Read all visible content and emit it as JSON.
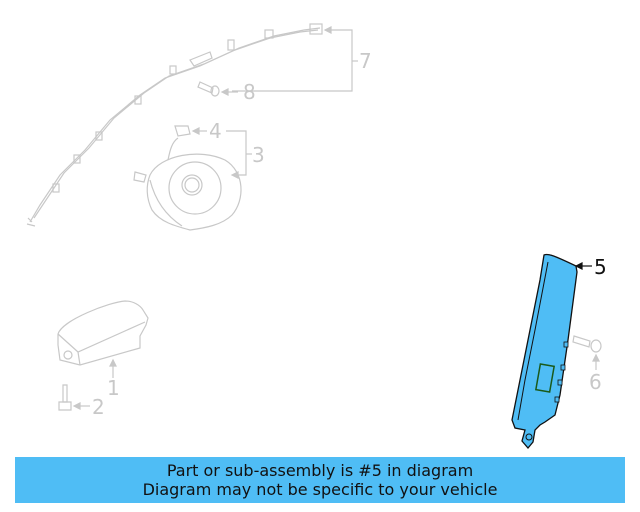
{
  "diagram": {
    "highlight_color": "#4fbdf5",
    "inactive_color": "#c8c8c8",
    "callouts": [
      {
        "number": "1",
        "part": "passenger-airbag-module"
      },
      {
        "number": "2",
        "part": "bolt"
      },
      {
        "number": "3",
        "part": "steering-wheel-airbag"
      },
      {
        "number": "4",
        "part": "connector"
      },
      {
        "number": "5",
        "part": "side-airbag-trim-panel",
        "highlighted": true
      },
      {
        "number": "6",
        "part": "screw"
      },
      {
        "number": "7",
        "part": "curtain-airbag"
      },
      {
        "number": "8",
        "part": "bolt"
      }
    ]
  },
  "banner": {
    "line1": "Part or sub-assembly is #5 in diagram",
    "line2": "Diagram may not be specific to your vehicle",
    "background": "#4fbdf5"
  }
}
